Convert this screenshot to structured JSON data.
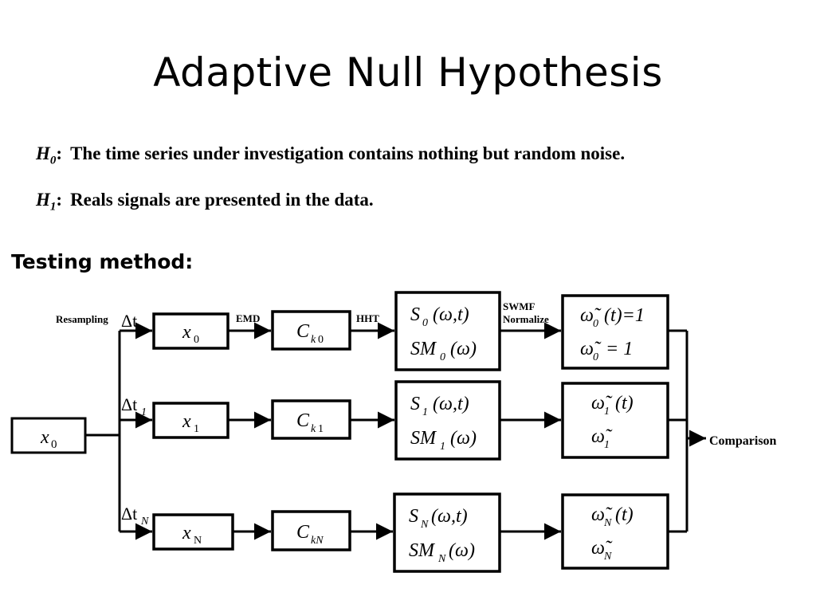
{
  "title": "Adaptive Null Hypothesis",
  "hypotheses": [
    {
      "symbol": "H",
      "subscript": "0",
      "text": "The time series under investigation contains nothing but random noise."
    },
    {
      "symbol": "H",
      "subscript": "1",
      "text": "Reals signals are presented in the data."
    }
  ],
  "testing_label": "Testing method:",
  "diagram": {
    "labels": {
      "resampling": "Resampling",
      "emd": "EMD",
      "hht": "HHT",
      "swmf": "SWMF",
      "normalize": "Normalize",
      "comparison": "Comparison"
    },
    "input": {
      "sym": "x",
      "sub": "0"
    },
    "rows": [
      {
        "dt_sub": "",
        "x": {
          "sym": "x",
          "sub": "0"
        },
        "c": {
          "sym": "C",
          "sub_i": "k",
          "sub_r": "0"
        },
        "s1": {
          "sym": "S",
          "sub": "0",
          "args": "(ω,t)"
        },
        "s2": {
          "sym": "SM",
          "sub": "0",
          "args": "(ω)"
        },
        "w1": {
          "sub": "0",
          "args": "(t)=1"
        },
        "w2": {
          "sub": "0",
          "args": "= 1"
        }
      },
      {
        "dt_sub": "1",
        "x": {
          "sym": "x",
          "sub": "1"
        },
        "c": {
          "sym": "C",
          "sub_i": "k",
          "sub_r": "1"
        },
        "s1": {
          "sym": "S",
          "sub": "1",
          "args": "(ω,t)"
        },
        "s2": {
          "sym": "SM",
          "sub": "1",
          "args": "(ω)"
        },
        "w1": {
          "sub": "1",
          "args": "(t)"
        },
        "w2": {
          "sub": "1",
          "args": ""
        }
      },
      {
        "dt_sub": "N",
        "x": {
          "sym": "x",
          "sub": "N"
        },
        "c": {
          "sym": "C",
          "sub_i": "kN",
          "sub_r": ""
        },
        "s1": {
          "sym": "S",
          "sub": "N",
          "args": "(ω,t)"
        },
        "s2": {
          "sym": "SM",
          "sub": "N",
          "args": "(ω)"
        },
        "w1": {
          "sub": "N",
          "args": "(t)"
        },
        "w2": {
          "sub": "N",
          "args": ""
        }
      }
    ]
  }
}
